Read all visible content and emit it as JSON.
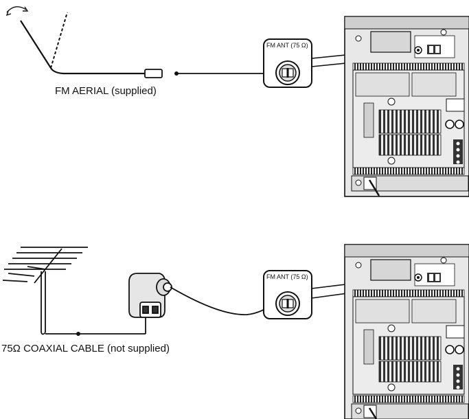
{
  "diagram_top": {
    "aerial_label": "FM AERIAL (supplied)",
    "socket_label": "FM ANT (75 Ω)"
  },
  "diagram_bottom": {
    "cable_label": "75Ω COAXIAL CABLE (not supplied)",
    "socket_label": "FM ANT (75 Ω)"
  },
  "colors": {
    "line": "#111111",
    "unit_body": "#e6e6e6",
    "unit_shade": "#bdbdbd",
    "unit_dark": "#555555"
  }
}
